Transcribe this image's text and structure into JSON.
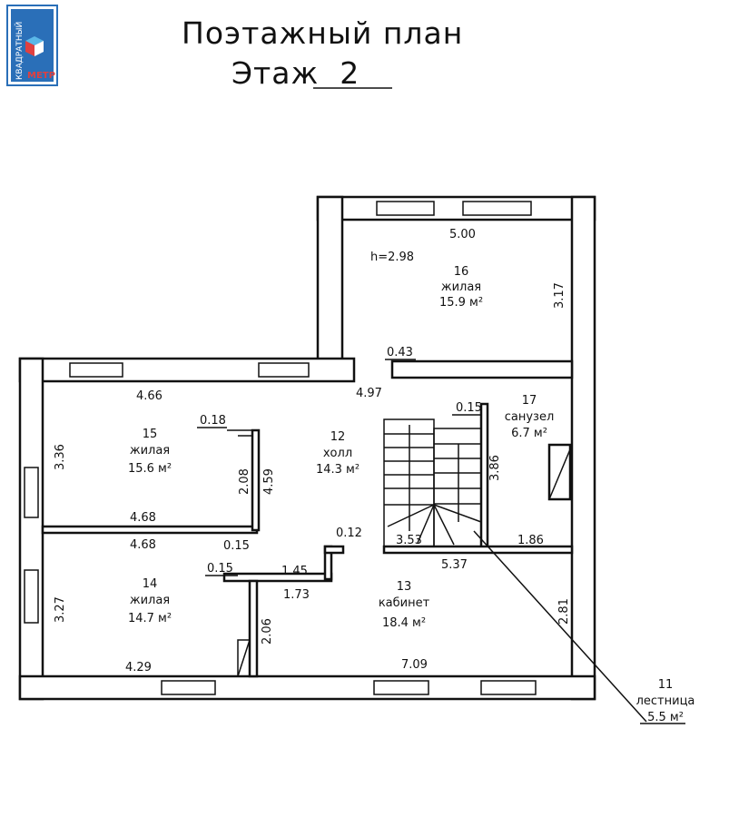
{
  "logo": {
    "top": "КВАДРАТНЫЙ",
    "bottom": "МЕТР",
    "colors": {
      "blue": "#2a6fb8",
      "red": "#e04040",
      "light": "#5ab8e8"
    }
  },
  "title": {
    "line1": "Поэтажный план",
    "line2": "Этаж  2"
  },
  "height_note": "h=2.98",
  "rooms": [
    {
      "num": "16",
      "name": "жилая",
      "area": "15.9 м²"
    },
    {
      "num": "17",
      "name": "санузел",
      "area": "6.7 м²"
    },
    {
      "num": "15",
      "name": "жилая",
      "area": "15.6 м²"
    },
    {
      "num": "12",
      "name": "холл",
      "area": "14.3 м²"
    },
    {
      "num": "14",
      "name": "жилая",
      "area": "14.7 м²"
    },
    {
      "num": "13",
      "name": "кабинет",
      "area": "18.4 м²"
    },
    {
      "num": "11",
      "name": "лестница",
      "area": "5.5 м²"
    }
  ],
  "dims": {
    "d500": "5.00",
    "d317": "3.17",
    "d043": "0.43",
    "d466": "4.66",
    "d497": "4.97",
    "d015a": "0.15",
    "d018": "0.18",
    "d336": "3.36",
    "d208": "2.08",
    "d459": "4.59",
    "d386": "3.86",
    "d468a": "4.68",
    "d468b": "4.68",
    "d015b": "0.15",
    "d012": "0.12",
    "d353": "3.53",
    "d537": "5.37",
    "d186": "1.86",
    "d015c": "0.15",
    "d145": "1.45",
    "d173": "1.73",
    "d327": "3.27",
    "d206": "2.06",
    "d281": "2.81",
    "d429": "4.29",
    "d709": "7.09"
  }
}
